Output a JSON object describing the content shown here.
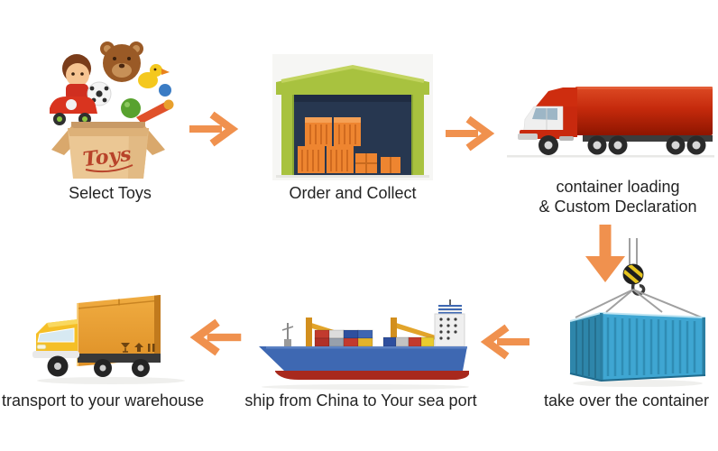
{
  "canvas": {
    "background": "#FFFFFF"
  },
  "accent": {
    "arrow_color": "#F0914E"
  },
  "toy_box": {
    "text": "Toys"
  },
  "steps": [
    {
      "name": "select-toys",
      "label": "Select Toys",
      "icon": "toy-box-illustration"
    },
    {
      "name": "order-and-collect",
      "label": "Order and Collect",
      "icon": "warehouse-illustration"
    },
    {
      "name": "container-loading-custom-declaration",
      "label_line1": "container loading",
      "label_line2": "& Custom Declaration",
      "icon": "semi-truck-illustration"
    },
    {
      "name": "take-over-the-container",
      "label": "take over the container",
      "icon": "crane-hook-container-illustration"
    },
    {
      "name": "ship-from-china-to-sea-port",
      "label": "ship from China to Your sea port",
      "icon": "cargo-ship-illustration"
    },
    {
      "name": "transport-to-your-warehouse",
      "label": "transport to your warehouse",
      "icon": "delivery-truck-illustration"
    }
  ]
}
